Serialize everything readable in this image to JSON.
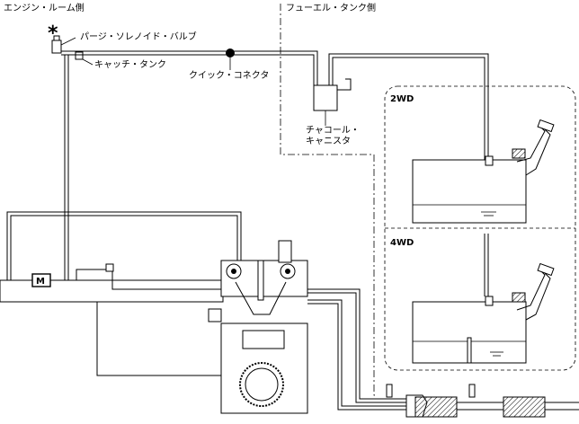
{
  "sections": {
    "engine_room": "エンジン・ルーム側",
    "fuel_tank": "フューエル・タンク側"
  },
  "labels": {
    "asterisk": "*",
    "purge_solenoid": "パージ・ソレノイド・バルブ",
    "catch_tank": "キャッチ・タンク",
    "quick_connector": "クイック・コネクタ",
    "charcoal_line1": "チャコール・",
    "charcoal_line2": "キャニスタ",
    "motor_symbol": "M"
  },
  "variants": {
    "two_wd": "2WD",
    "four_wd": "4WD"
  }
}
